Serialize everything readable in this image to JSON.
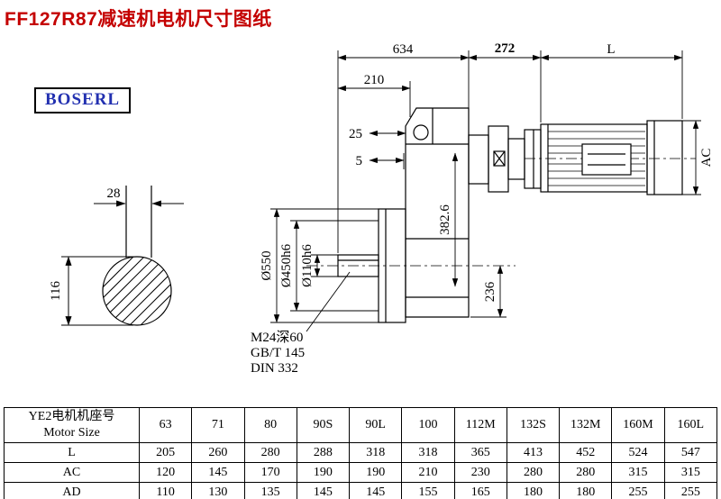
{
  "page": {
    "title": "FF127R87减速机电机尺寸图纸",
    "brand": "BOSERL"
  },
  "drawing": {
    "dim_634": "634",
    "dim_272": "272",
    "dim_L": "L",
    "dim_210": "210",
    "dim_25": "25",
    "dim_5": "5",
    "dim_AC": "AC",
    "dim_28": "28",
    "dim_116": "116",
    "dia_550": "Ø550",
    "dia_450": "Ø450h6",
    "dia_110": "Ø110h6",
    "dim_382_6": "382.6",
    "dim_236": "236",
    "note_tap": "M24深60",
    "note_gb": "GB/T 145",
    "note_din": "DIN 332"
  },
  "table": {
    "header": {
      "line1": "YE2电机机座号",
      "line2": "Motor Size"
    },
    "sizes": [
      "63",
      "71",
      "80",
      "90S",
      "90L",
      "100",
      "112M",
      "132S",
      "132M",
      "160M",
      "160L"
    ],
    "rows": [
      {
        "label": "L",
        "values": [
          "205",
          "260",
          "280",
          "288",
          "318",
          "318",
          "365",
          "413",
          "452",
          "524",
          "547"
        ]
      },
      {
        "label": "AC",
        "values": [
          "120",
          "145",
          "170",
          "190",
          "190",
          "210",
          "230",
          "280",
          "280",
          "315",
          "315"
        ]
      },
      {
        "label": "AD",
        "values": [
          "110",
          "130",
          "135",
          "145",
          "145",
          "155",
          "165",
          "180",
          "180",
          "255",
          "255"
        ]
      }
    ]
  },
  "colors": {
    "title": "#c40000",
    "brand": "#2230b0",
    "line": "#000000"
  }
}
